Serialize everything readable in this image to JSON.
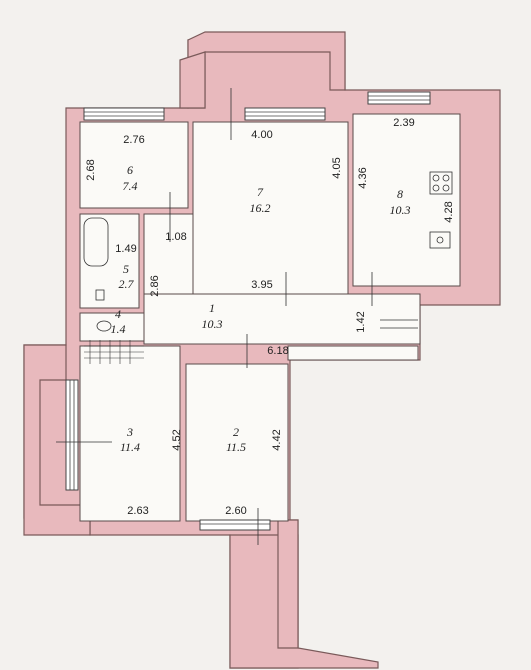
{
  "rooms": [
    {
      "id": "1",
      "area": "10.3"
    },
    {
      "id": "2",
      "area": "11.5"
    },
    {
      "id": "3",
      "area": "11.4"
    },
    {
      "id": "4",
      "area": "1.4"
    },
    {
      "id": "5",
      "area": "2.7"
    },
    {
      "id": "6",
      "area": "7.4"
    },
    {
      "id": "7",
      "area": "16.2"
    },
    {
      "id": "8",
      "area": "10.3"
    }
  ],
  "dimensions": {
    "r6_width": "2.76",
    "r6_height": "2.68",
    "r7_width": "4.00",
    "r7_height": "4.05",
    "r8_width": "2.39",
    "r8_height_left": "4.36",
    "r8_height_right": "4.28",
    "r5_width": "1.49",
    "r5_height": "1.08",
    "hall_height": "2.86",
    "r7_bottom": "3.95",
    "hall_width": "6.18",
    "corridor_right": "1.42",
    "r3_height": "4.52",
    "r2_height": "4.42",
    "r3_bottom": "2.63",
    "r2_bottom": "2.60"
  }
}
